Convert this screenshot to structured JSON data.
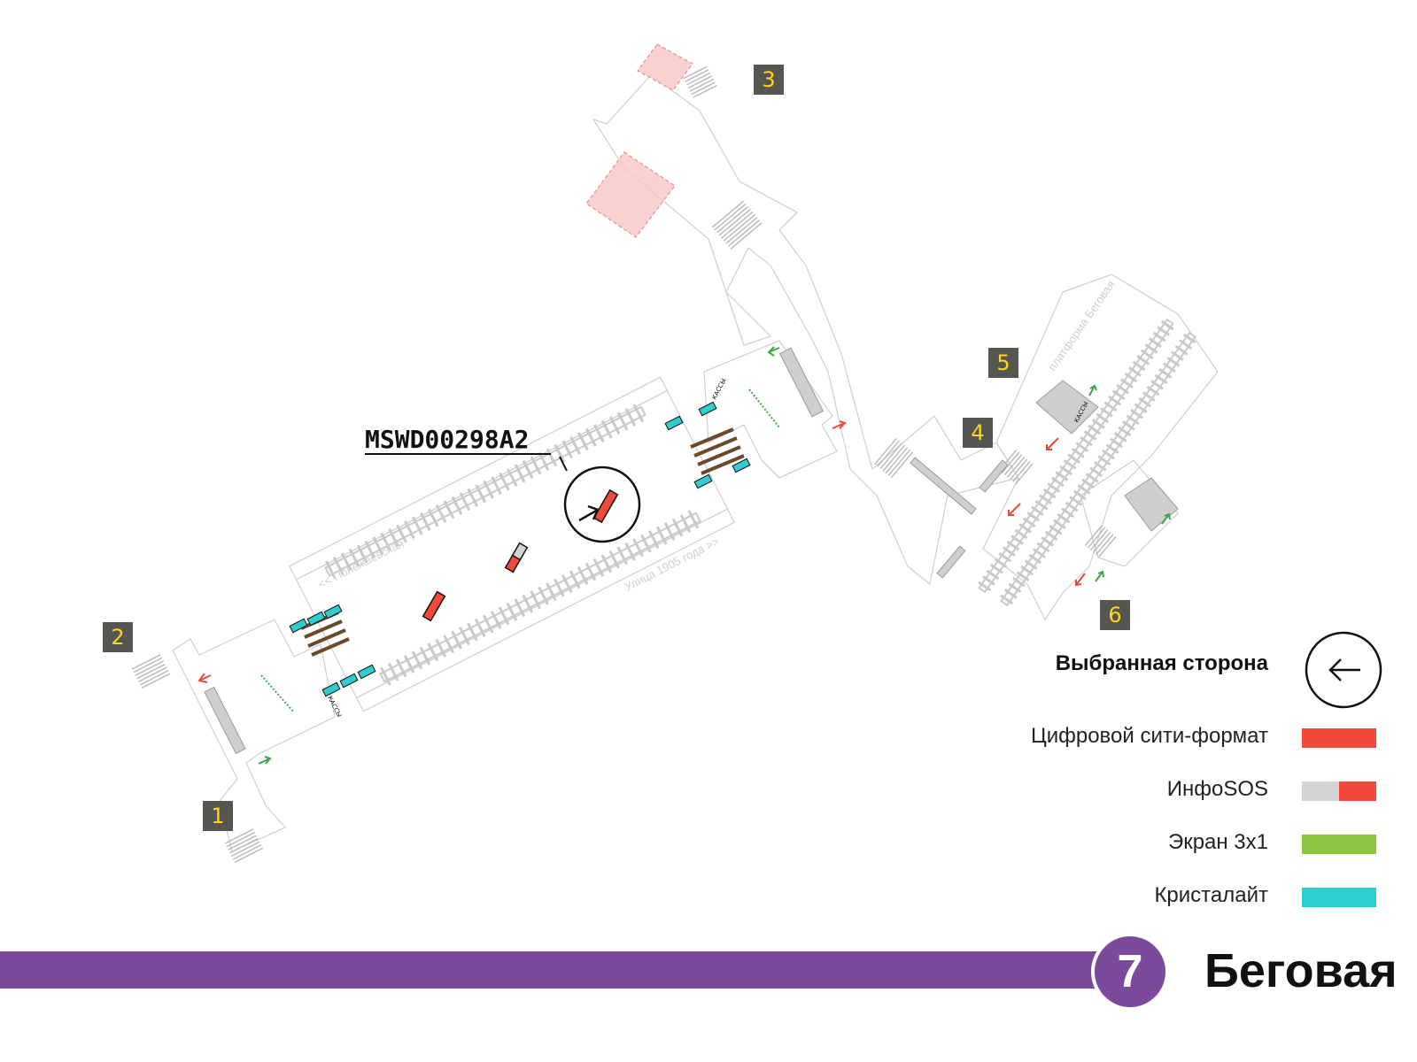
{
  "exits": [
    {
      "id": "exit-1",
      "label": "1"
    },
    {
      "id": "exit-2",
      "label": "2"
    },
    {
      "id": "exit-3",
      "label": "3"
    },
    {
      "id": "exit-4",
      "label": "4"
    },
    {
      "id": "exit-5",
      "label": "5"
    },
    {
      "id": "exit-6",
      "label": "6"
    }
  ],
  "selected_code": "MSWD00298A2",
  "directions": {
    "to_polezhaevskaya": "<< Полежаевская",
    "to_ulitsa_1905": "Улица 1905 года >>",
    "platform_begovaya": "платформа Беговая",
    "kiosk": "КАССЫ"
  },
  "legend": {
    "title": "Выбранная сторона",
    "items": [
      {
        "label": "Цифровой сити-формат",
        "colors": [
          "#f04a3a"
        ]
      },
      {
        "label": "ИнфоSOS",
        "colors": [
          "#d4d4d4",
          "#f04a3a"
        ]
      },
      {
        "label": "Экран 3x1",
        "colors": [
          "#8dc63f"
        ]
      },
      {
        "label": "Кристалайт",
        "colors": [
          "#2fcdcd"
        ]
      }
    ]
  },
  "line": {
    "number": "7",
    "color": "#7c4a9b"
  },
  "station": {
    "name": "Беговая"
  },
  "colors": {
    "track": "#c9c9c9",
    "outline": "#cfcfcf",
    "digital": "#f04a3a",
    "green_arrow": "#3aa84a",
    "red_arrow": "#e34a3a",
    "cyan": "#2fcdcd",
    "bench": "#6b4a2a",
    "exit_badge_bg": "#55564f",
    "exit_badge_fg": "#ffd51f",
    "closed_zone": "#f6c6c6"
  }
}
